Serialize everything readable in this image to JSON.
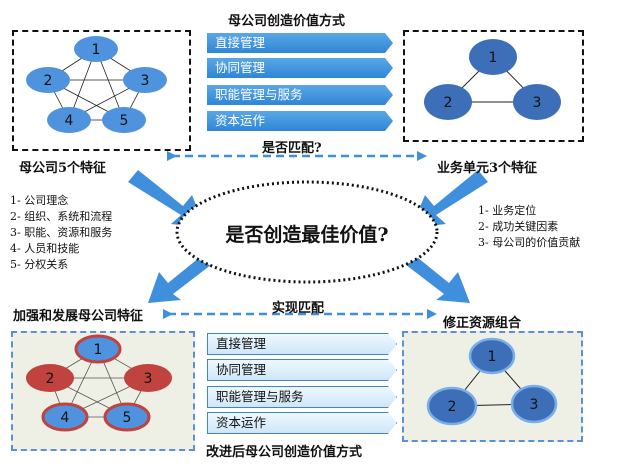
{
  "top_title": "母公司创造价值方式",
  "top_methods": [
    "直接管理",
    "协同管理",
    "职能管理与服务",
    "资本运作"
  ],
  "match_question": "是否匹配?",
  "parent_features_title": "母公司5个特征",
  "parent_features": [
    "1- 公司理念",
    "2- 组织、系统和流程",
    "3- 职能、资源和服务",
    "4- 人员和技能",
    "5- 分权关系"
  ],
  "business_title": "业务单元3个特征",
  "business_features": [
    "1- 业务定位",
    "2- 成功关键因素",
    "3- 母公司的价值贡献"
  ],
  "center_question": "是否创造最佳价值?",
  "realize_match": "实现匹配",
  "strengthen_title": "加强和发展母公司特征",
  "adjust_title": "修正资源组合",
  "bottom_methods": [
    "直接管理",
    "协同管理",
    "职能管理与服务",
    "资本运作"
  ],
  "bottom_title": "改进后母公司创造价值方式",
  "pentagon_nodes": [
    "1",
    "2",
    "3",
    "4",
    "5"
  ],
  "triangle_nodes": [
    "1",
    "2",
    "3"
  ],
  "colors": {
    "node_blue": "#4f93df",
    "node_red": "#c0433f",
    "triangle_blue": "#3d6fb8",
    "arrow_blue": "#3f8fdc",
    "box_blue_border": "#5b8fd6"
  }
}
